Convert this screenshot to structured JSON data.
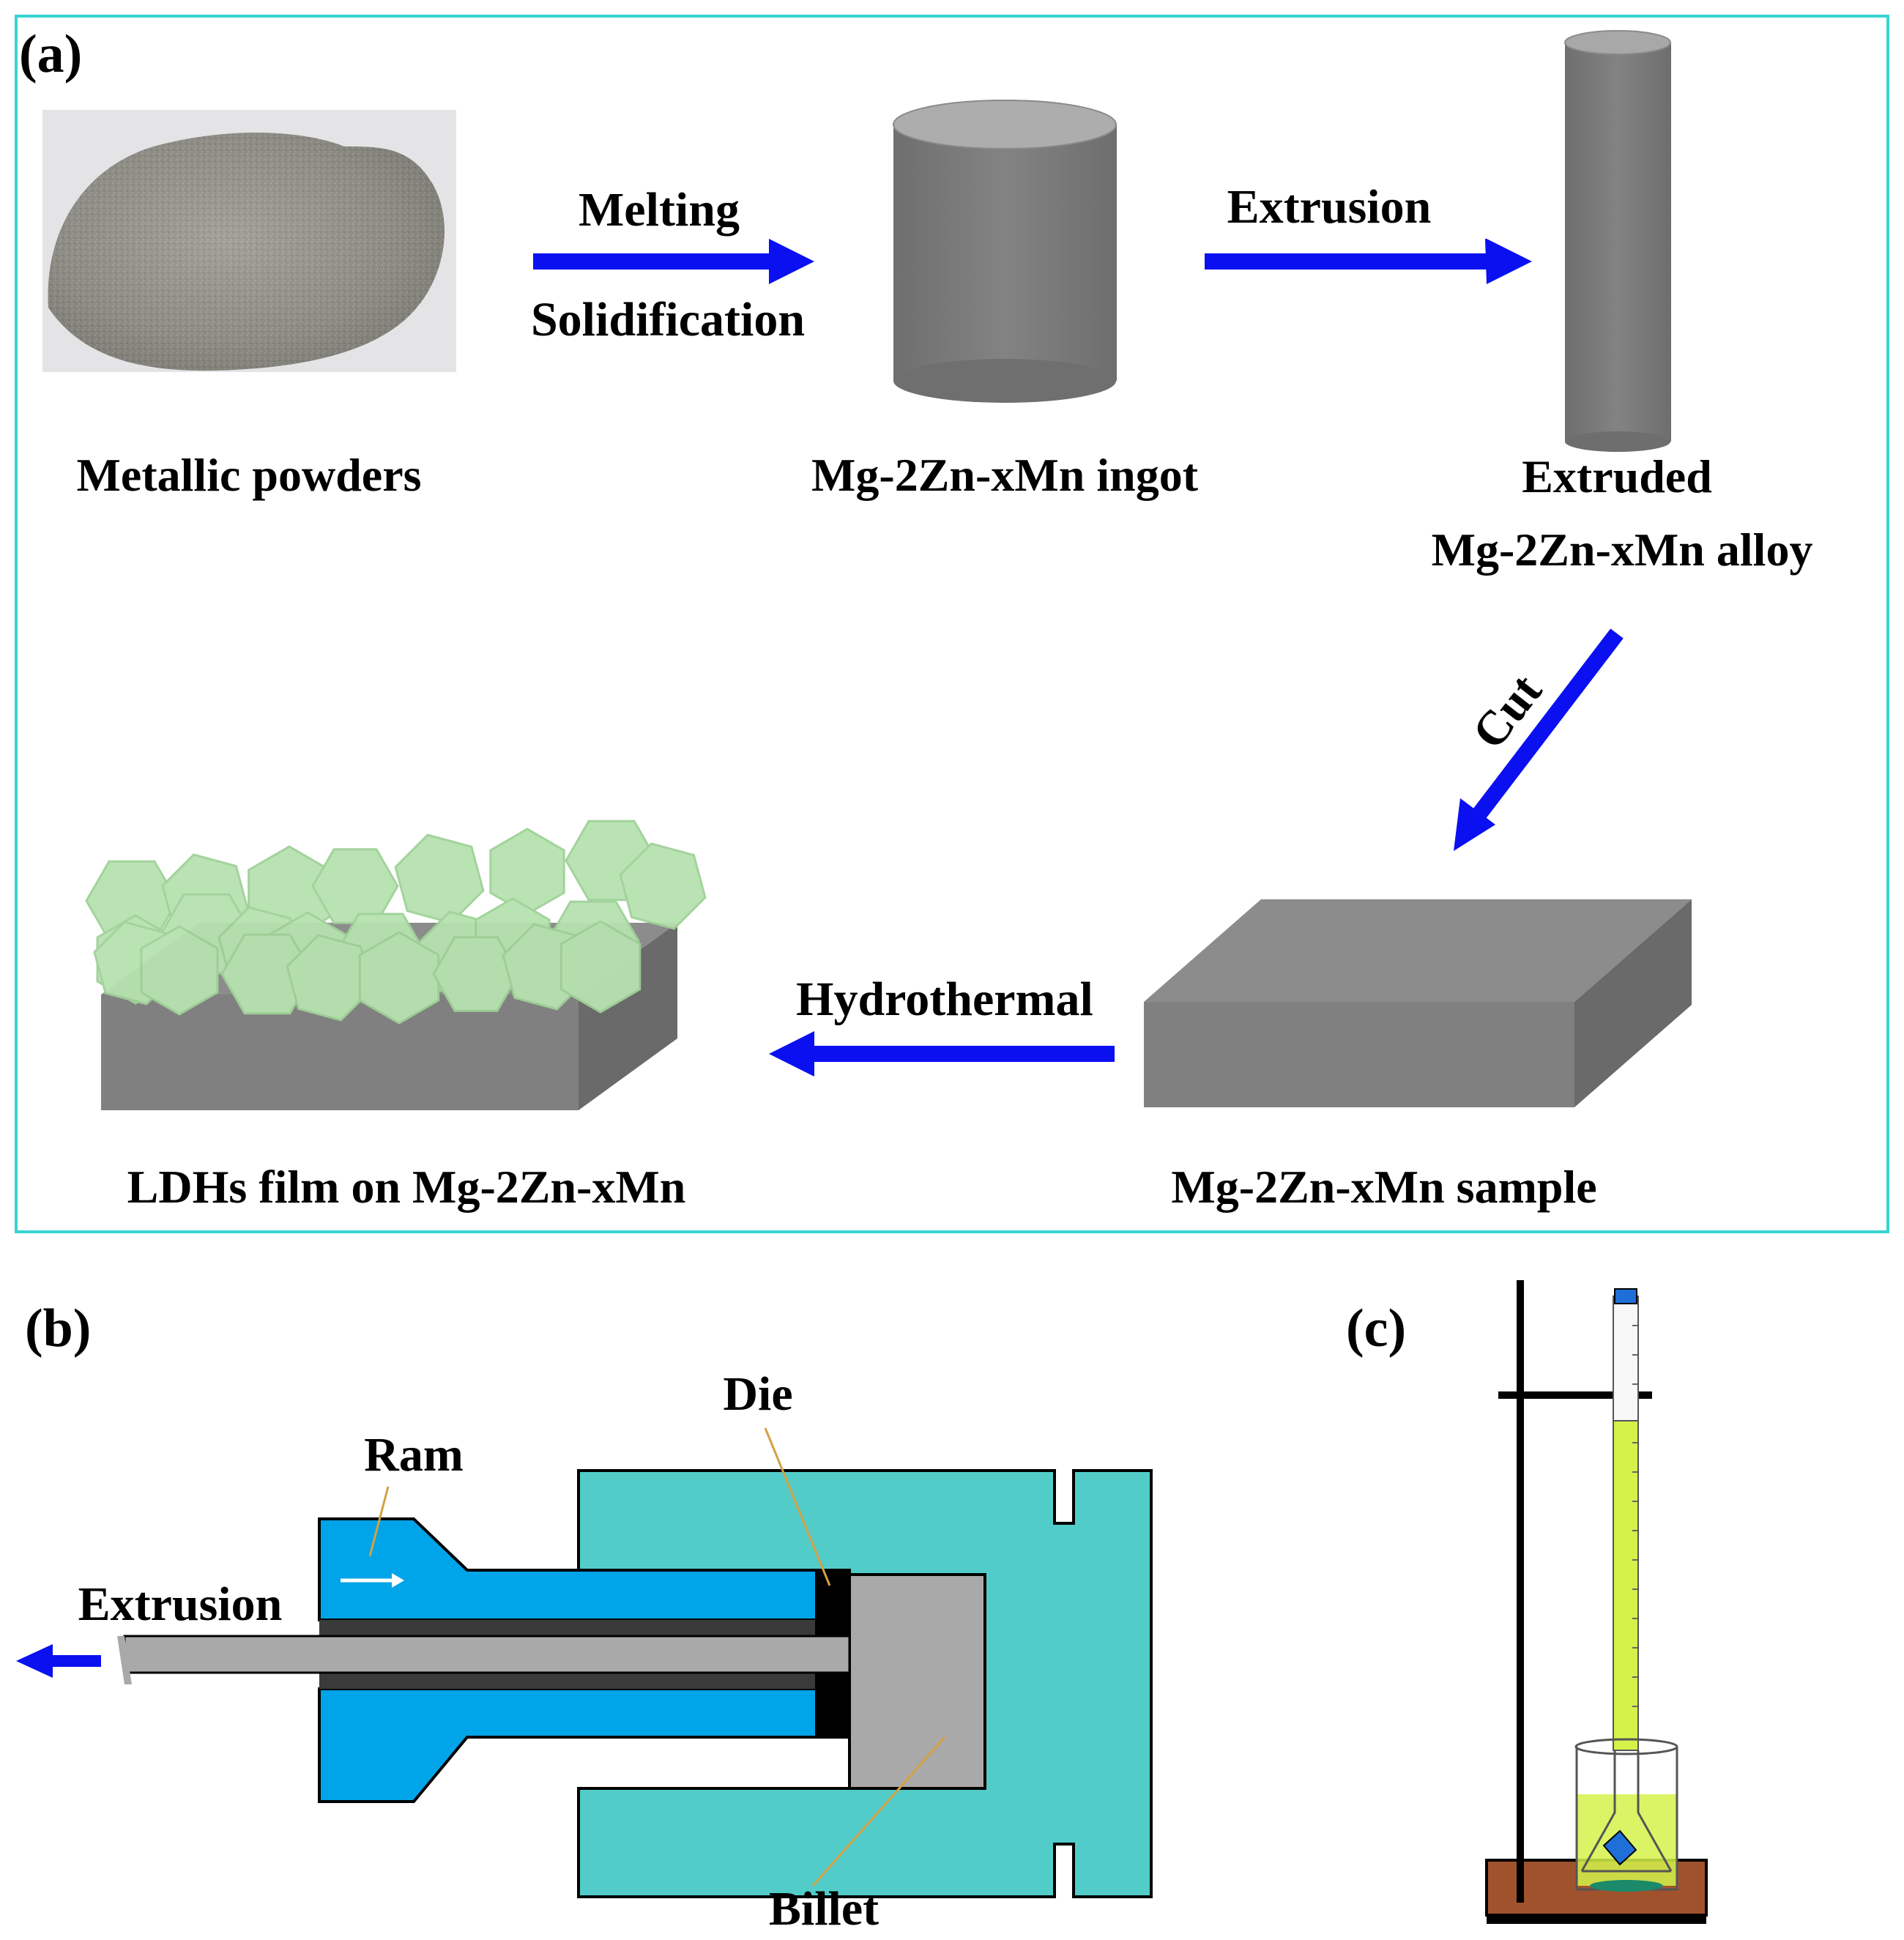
{
  "panels": {
    "a": "(a)",
    "b": "(b)",
    "c": "(c)"
  },
  "panel_a": {
    "metallic_powders": "Metallic powders",
    "melting": "Melting",
    "solidification": "Solidification",
    "ingot": "Mg-2Zn-xMn ingot",
    "extrusion": "Extrusion",
    "extruded_line1": "Extruded",
    "extruded_line2": "Mg-2Zn-xMn alloy",
    "cut": "Cut",
    "hydrothermal": "Hydrothermal",
    "sample": "Mg-2Zn-xMn sample",
    "ldhs_film": "LDHs film on Mg-2Zn-xMn"
  },
  "panel_b": {
    "ram": "Ram",
    "die": "Die",
    "extrusion": "Extrusion",
    "billet": "Billet"
  },
  "colors": {
    "frame": "#38d4d0",
    "arrow_blue": "#0a10f0",
    "cylinder_gray": "#7a7a7a",
    "ldh_green": "#b7e2b0",
    "ram_blue": "#00a4e8",
    "container_teal": "#52ccc8",
    "billet_gray": "#a9a9a9",
    "solution_yellow": "#d4f24a",
    "stand_brown": "#a0522d"
  }
}
